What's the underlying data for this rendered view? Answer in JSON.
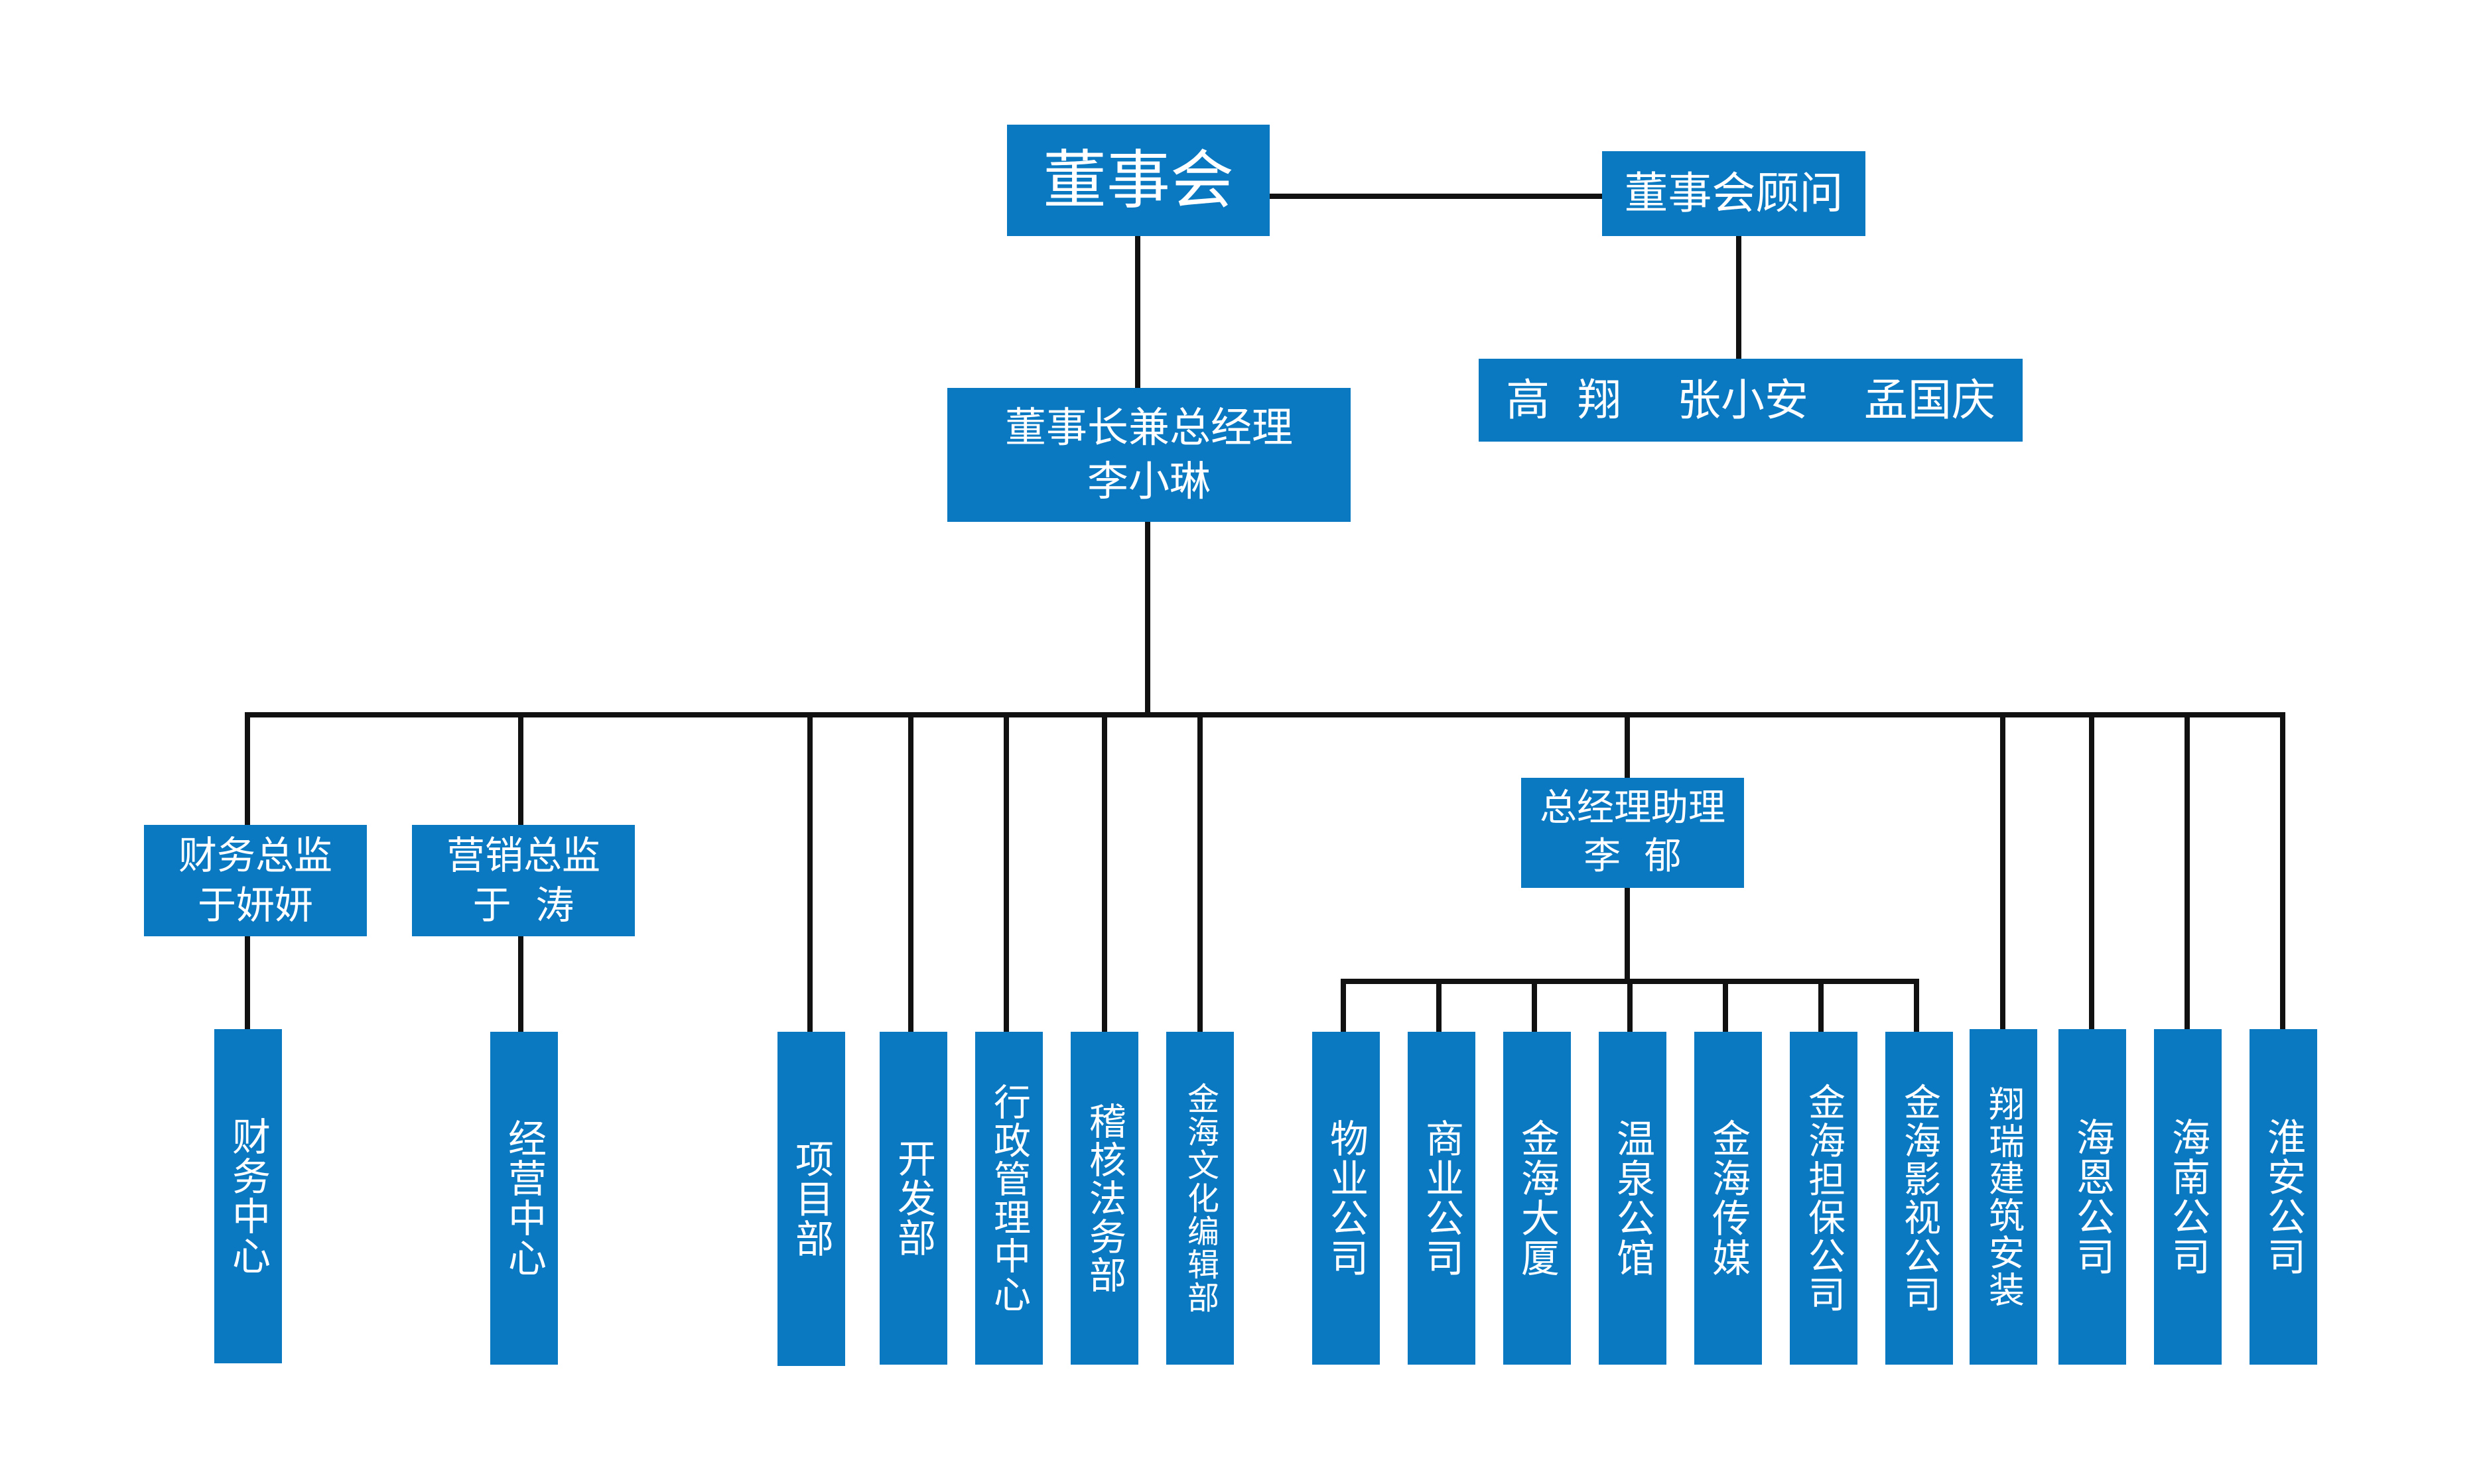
{
  "colors": {
    "box": "#0a79c2",
    "text": "#ffffff",
    "line": "#111111"
  },
  "board": {
    "label": "董事会"
  },
  "advisor": {
    "label": "董事会顾问",
    "members": "高  翔    张小安    孟国庆"
  },
  "chairman": {
    "title": "董事长兼总经理",
    "name": "李小琳"
  },
  "cfo": {
    "title": "财务总监",
    "name": "于妍妍"
  },
  "cmo": {
    "title": "营销总监",
    "name": "于  涛"
  },
  "assistant": {
    "title": "总经理助理",
    "name": "李  郁"
  },
  "departments": {
    "finance_center": "财务中心",
    "sales_center": "经营中心",
    "project": "项目部",
    "development": "开发部",
    "admin": "行政管理中心",
    "audit_legal": "稽核法务部",
    "culture_editorial": "金海文化编辑部",
    "property": "物业公司",
    "commercial": "商业公司",
    "jinhai_building": "金海大厦",
    "hot_spring": "温泉公馆",
    "jinhai_media": "金海传媒",
    "jinhai_guarantee": "金海担保公司",
    "jinhai_film": "金海影视公司",
    "xiangrui": "翔瑞建筑安装",
    "haien": "海恩公司",
    "hainan": "海南公司",
    "huaian": "淮安公司"
  }
}
